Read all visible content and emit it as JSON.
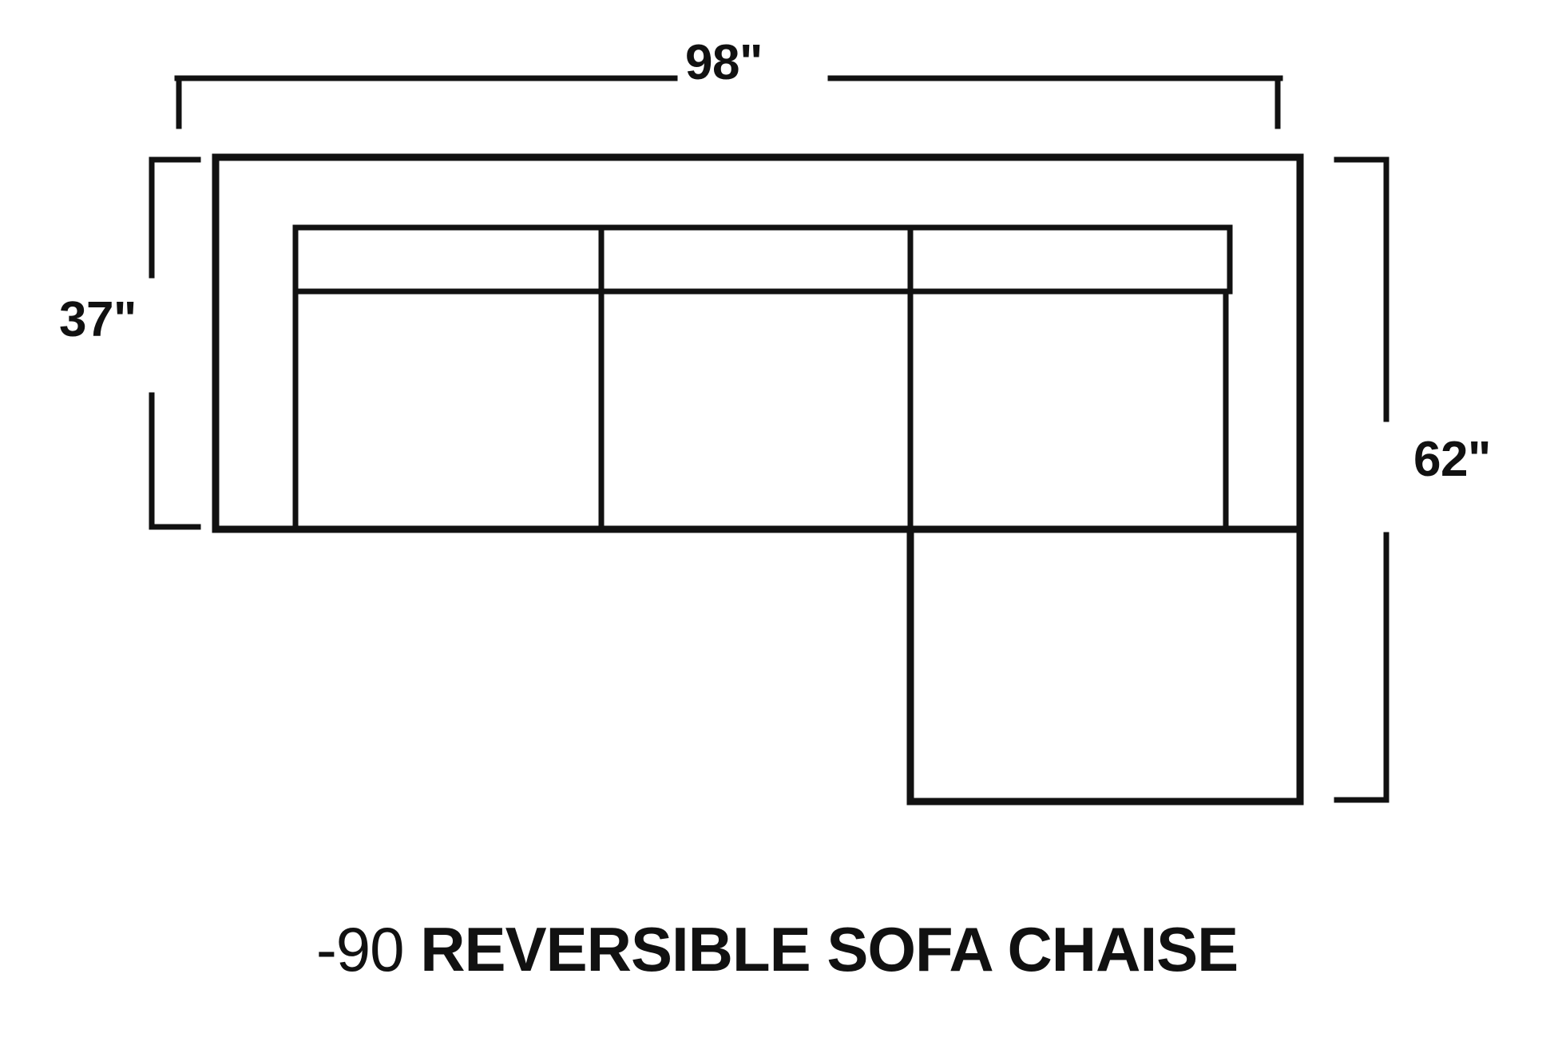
{
  "title": "Furniture dimension diagram",
  "caption": {
    "sku": "-90",
    "name": "REVERSIBLE SOFA CHAISE",
    "full": "-90 REVERSIBLE SOFA CHAISE"
  },
  "dimensions": {
    "width": "98\"",
    "seat_depth": "37\"",
    "overall_depth": "62\""
  },
  "colors": {
    "stroke": "#111111",
    "background": "#ffffff"
  },
  "chart_data": {
    "type": "diagram",
    "title": "-90 REVERSIBLE SOFA CHAISE",
    "view": "top-down plan",
    "unit": "inches",
    "measurements": [
      {
        "name": "width",
        "label": "98\"",
        "value": 98,
        "orientation": "horizontal",
        "position": "top"
      },
      {
        "name": "seat_depth",
        "label": "37\"",
        "value": 37,
        "orientation": "vertical",
        "position": "left"
      },
      {
        "name": "overall_depth",
        "label": "62\"",
        "value": 62,
        "orientation": "vertical",
        "position": "right"
      }
    ],
    "parts": [
      {
        "name": "sofa-body",
        "shape": "rectangle"
      },
      {
        "name": "back-rail",
        "shape": "rectangle"
      },
      {
        "name": "seat-cushion-left",
        "shape": "rectangle"
      },
      {
        "name": "seat-cushion-middle",
        "shape": "rectangle"
      },
      {
        "name": "seat-cushion-right",
        "shape": "rectangle"
      },
      {
        "name": "chaise-extension",
        "shape": "rectangle"
      },
      {
        "name": "chaise-seam",
        "shape": "dashed-line"
      }
    ]
  }
}
